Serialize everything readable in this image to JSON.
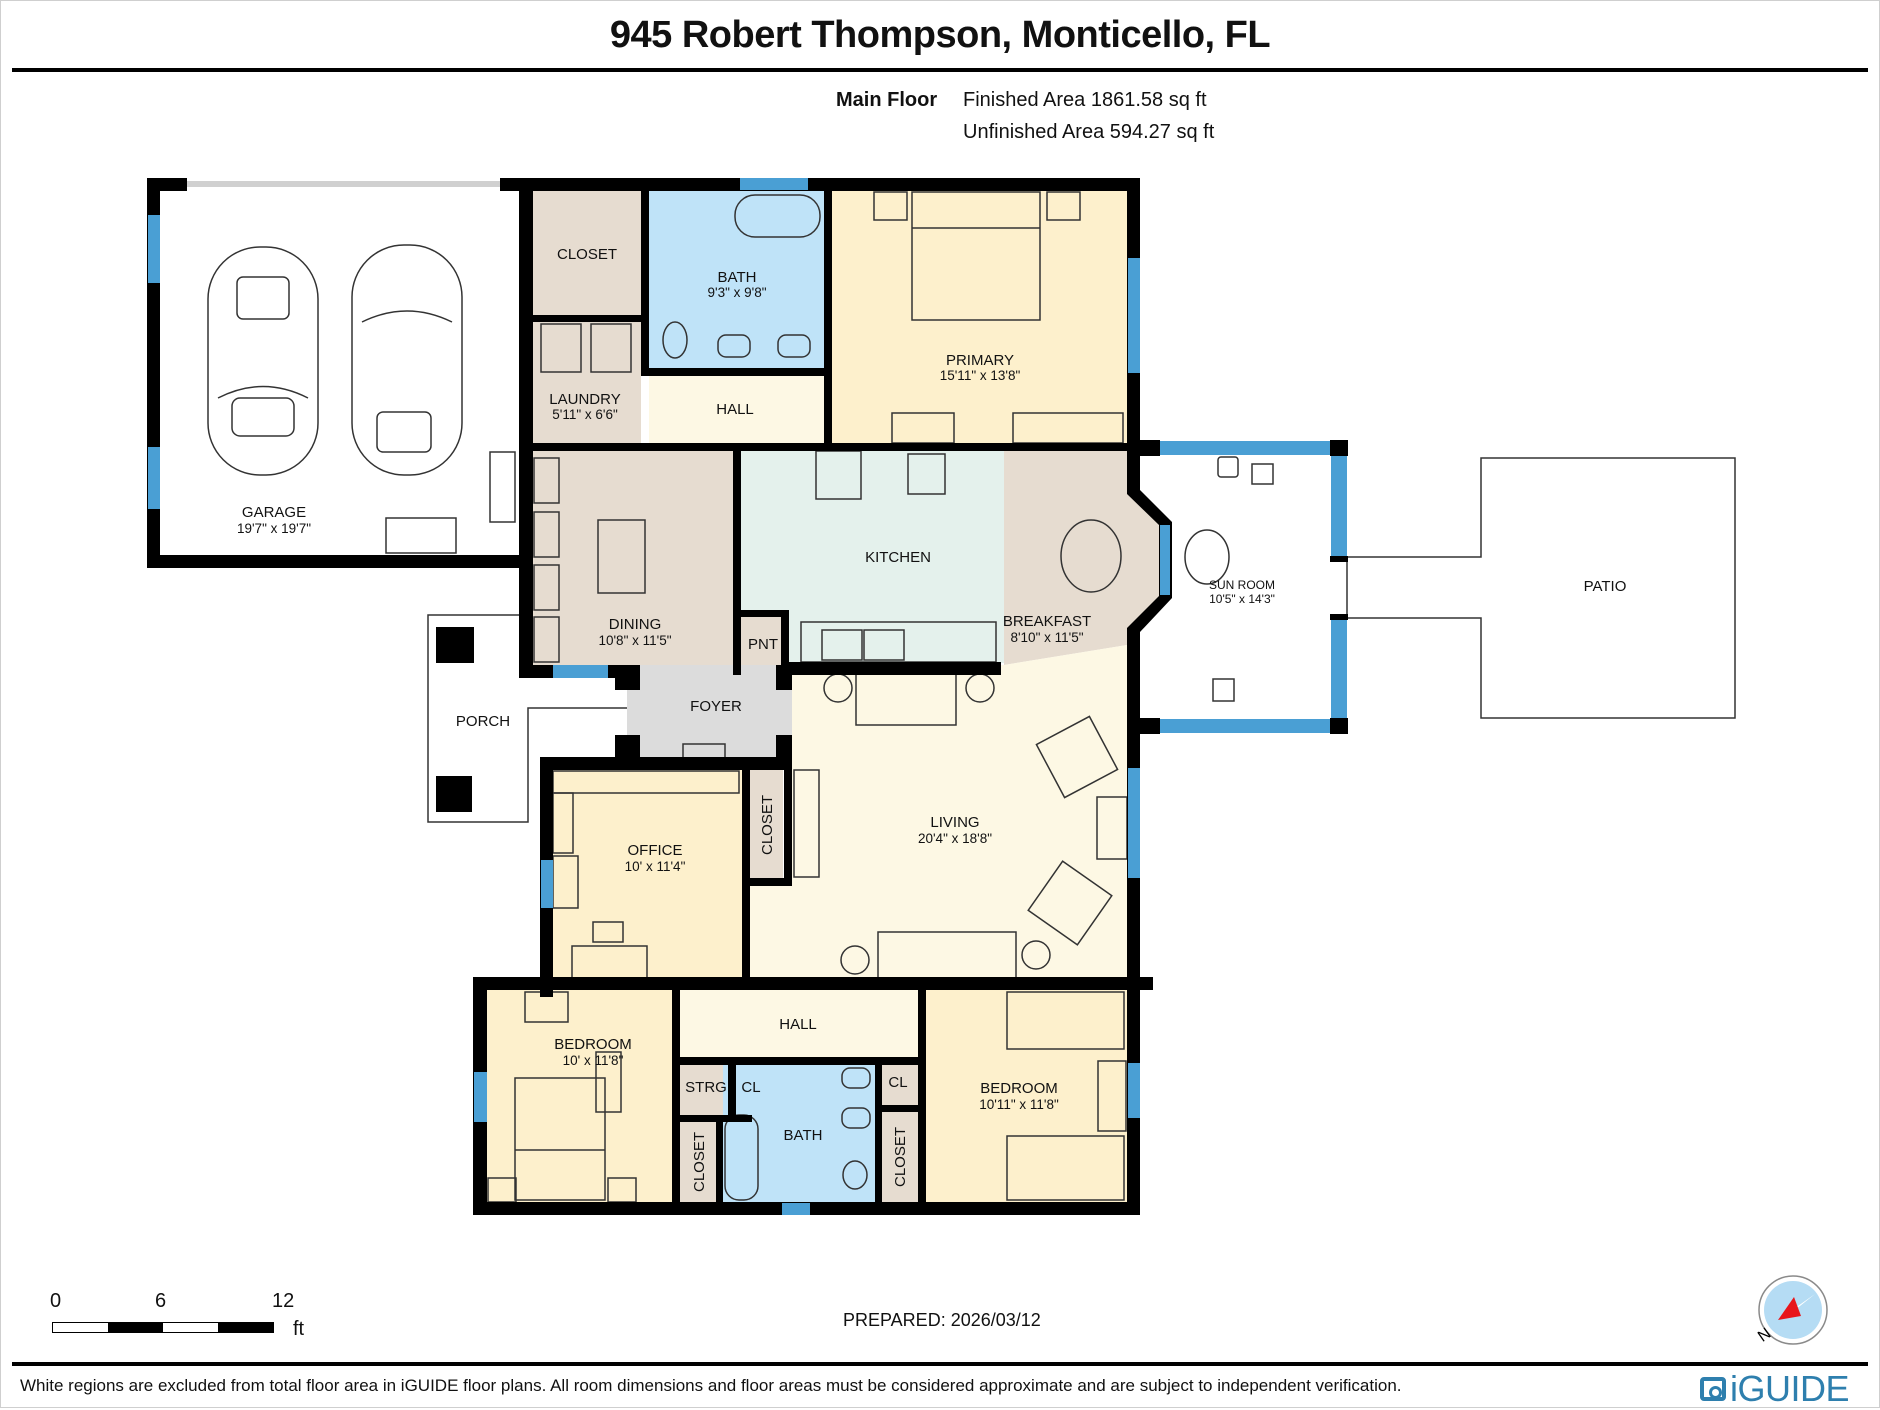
{
  "header": {
    "title": "945 Robert Thompson, Monticello, FL",
    "floor_name": "Main Floor",
    "finished_area": "Finished Area 1861.58 sq ft",
    "unfinished_area": "Unfinished Area 594.27 sq ft"
  },
  "rooms": {
    "garage": {
      "label": "GARAGE",
      "dims": "19'7\" x 19'7\""
    },
    "closet_top": {
      "label": "CLOSET"
    },
    "laundry": {
      "label": "LAUNDRY",
      "dims": "5'11\" x 6'6\""
    },
    "bath_primary": {
      "label": "BATH",
      "dims": "9'3\" x 9'8\""
    },
    "hall_top": {
      "label": "HALL"
    },
    "primary": {
      "label": "PRIMARY",
      "dims": "15'11\" x 13'8\""
    },
    "dining": {
      "label": "DINING",
      "dims": "10'8\" x 11'5\""
    },
    "kitchen": {
      "label": "KITCHEN"
    },
    "pantry": {
      "label": "PNT"
    },
    "breakfast": {
      "label": "BREAKFAST",
      "dims": "8'10\" x 11'5\""
    },
    "sun_room": {
      "label": "SUN ROOM",
      "dims": "10'5\" x 14'3\""
    },
    "patio": {
      "label": "PATIO"
    },
    "porch": {
      "label": "PORCH"
    },
    "foyer": {
      "label": "FOYER"
    },
    "office": {
      "label": "OFFICE",
      "dims": "10' x 11'4\""
    },
    "office_closet": {
      "label": "CLOSET"
    },
    "living": {
      "label": "LIVING",
      "dims": "20'4\" x 18'8\""
    },
    "hall_bottom": {
      "label": "HALL"
    },
    "bedroom_left": {
      "label": "BEDROOM",
      "dims": "10' x 11'8\""
    },
    "bedroom_right": {
      "label": "BEDROOM",
      "dims": "10'11\" x 11'8\""
    },
    "storage": {
      "label": "STRG"
    },
    "cl_left": {
      "label": "CL"
    },
    "cl_right": {
      "label": "CL"
    },
    "bath_hall": {
      "label": "BATH"
    },
    "closet_bl": {
      "label": "CLOSET"
    },
    "closet_br": {
      "label": "CLOSET"
    }
  },
  "colors": {
    "wall": "#000000",
    "window": "#4a9fd4",
    "beige_room": "#e6dcd0",
    "yellow_room": "#fdf0cc",
    "cream_room": "#fdf8e4",
    "bath_blue": "#bfe3f8",
    "kitchen_green": "#e4f1ec",
    "foyer_gray": "#dcdcdc",
    "brand": "#2e7fae",
    "compass_red": "#e8151b",
    "compass_blue": "#b5dcf4"
  },
  "scale": {
    "ticks": [
      "0",
      "6",
      "12"
    ],
    "unit": "ft"
  },
  "footer": {
    "prepared": "PREPARED: 2026/03/12",
    "disclaimer": "White regions are excluded from total floor area in iGUIDE floor plans. All room dimensions and floor areas must be considered approximate and are subject to independent verification.",
    "logo_text": "iGUIDE",
    "compass_label": "N"
  }
}
